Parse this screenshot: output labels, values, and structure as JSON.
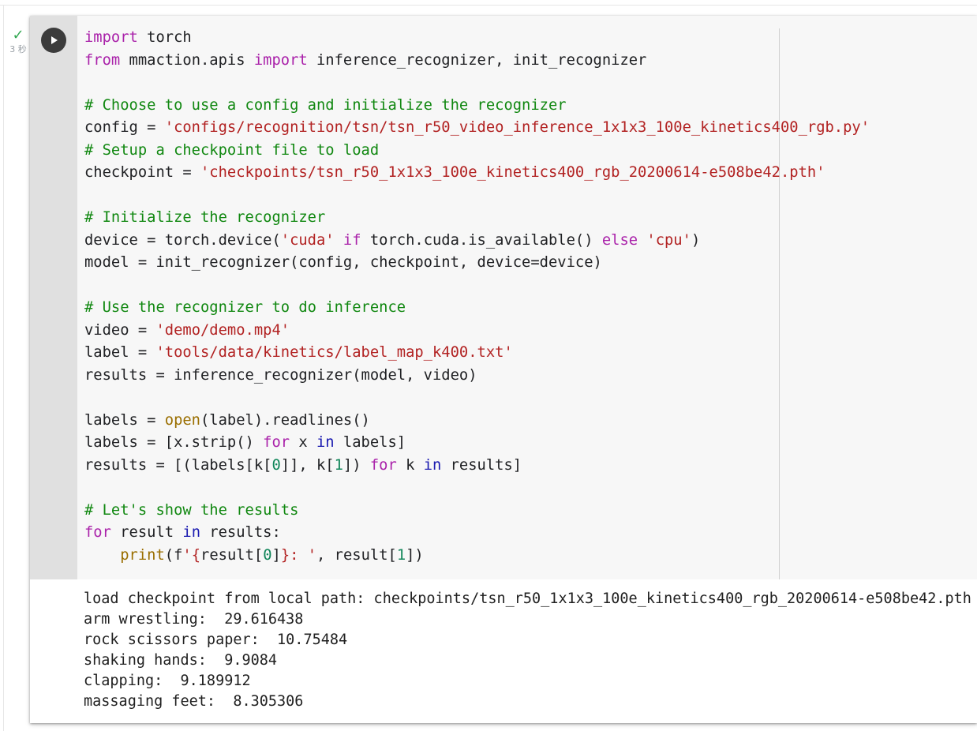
{
  "cell": {
    "status_check": "✓",
    "elapsed": "3 秒",
    "code_lines": [
      [
        {
          "t": "import",
          "c": "kw"
        },
        {
          "t": " torch"
        }
      ],
      [
        {
          "t": "from",
          "c": "kw"
        },
        {
          "t": " mmaction.apis "
        },
        {
          "t": "import",
          "c": "kw"
        },
        {
          "t": " inference_recognizer, init_recognizer"
        }
      ],
      [],
      [
        {
          "t": "# Choose to use a config and initialize the recognizer",
          "c": "com"
        }
      ],
      [
        {
          "t": "config = "
        },
        {
          "t": "'configs/recognition/tsn/tsn_r50_video_inference_1x1x3_100e_kinetics400_rgb.py'",
          "c": "str"
        }
      ],
      [
        {
          "t": "# Setup a checkpoint file to load",
          "c": "com"
        }
      ],
      [
        {
          "t": "checkpoint = "
        },
        {
          "t": "'checkpoints/tsn_r50_1x1x3_100e_kinetics400_rgb_20200614-e508be42.pth'",
          "c": "str"
        }
      ],
      [],
      [
        {
          "t": "# Initialize the recognizer",
          "c": "com"
        }
      ],
      [
        {
          "t": "device = torch.device("
        },
        {
          "t": "'cuda'",
          "c": "str"
        },
        {
          "t": " "
        },
        {
          "t": "if",
          "c": "kw"
        },
        {
          "t": " torch.cuda.is_available() "
        },
        {
          "t": "else",
          "c": "kw"
        },
        {
          "t": " "
        },
        {
          "t": "'cpu'",
          "c": "str"
        },
        {
          "t": ")"
        }
      ],
      [
        {
          "t": "model = init_recognizer(config, checkpoint, device=device)"
        }
      ],
      [],
      [
        {
          "t": "# Use the recognizer to do inference",
          "c": "com"
        }
      ],
      [
        {
          "t": "video = "
        },
        {
          "t": "'demo/demo.mp4'",
          "c": "str"
        }
      ],
      [
        {
          "t": "label = "
        },
        {
          "t": "'tools/data/kinetics/label_map_k400.txt'",
          "c": "str"
        }
      ],
      [
        {
          "t": "results = inference_recognizer(model, video)"
        }
      ],
      [],
      [
        {
          "t": "labels = "
        },
        {
          "t": "open",
          "c": "bi"
        },
        {
          "t": "(label).readlines()"
        }
      ],
      [
        {
          "t": "labels = [x.strip() "
        },
        {
          "t": "for",
          "c": "kw"
        },
        {
          "t": " x "
        },
        {
          "t": "in",
          "c": "op"
        },
        {
          "t": " labels]"
        }
      ],
      [
        {
          "t": "results = [(labels[k["
        },
        {
          "t": "0",
          "c": "num"
        },
        {
          "t": "]], k["
        },
        {
          "t": "1",
          "c": "num"
        },
        {
          "t": "]) "
        },
        {
          "t": "for",
          "c": "kw"
        },
        {
          "t": " k "
        },
        {
          "t": "in",
          "c": "op"
        },
        {
          "t": " results]"
        }
      ],
      [],
      [
        {
          "t": "# Let's show the results",
          "c": "com"
        }
      ],
      [
        {
          "t": "for",
          "c": "kw"
        },
        {
          "t": " result "
        },
        {
          "t": "in",
          "c": "op"
        },
        {
          "t": " results:"
        }
      ],
      [
        {
          "t": "    "
        },
        {
          "t": "print",
          "c": "bi"
        },
        {
          "t": "(f"
        },
        {
          "t": "'{",
          "c": "str"
        },
        {
          "t": "result["
        },
        {
          "t": "0",
          "c": "num"
        },
        {
          "t": "]"
        },
        {
          "t": "}: '",
          "c": "str"
        },
        {
          "t": ", result["
        },
        {
          "t": "1",
          "c": "num"
        },
        {
          "t": "])"
        }
      ]
    ],
    "output_lines": [
      "load checkpoint from local path: checkpoints/tsn_r50_1x1x3_100e_kinetics400_rgb_20200614-e508be42.pth",
      "arm wrestling:  29.616438",
      "rock scissors paper:  10.75484",
      "shaking hands:  9.9084",
      "clapping:  9.189912",
      "massaging feet:  8.305306"
    ]
  }
}
